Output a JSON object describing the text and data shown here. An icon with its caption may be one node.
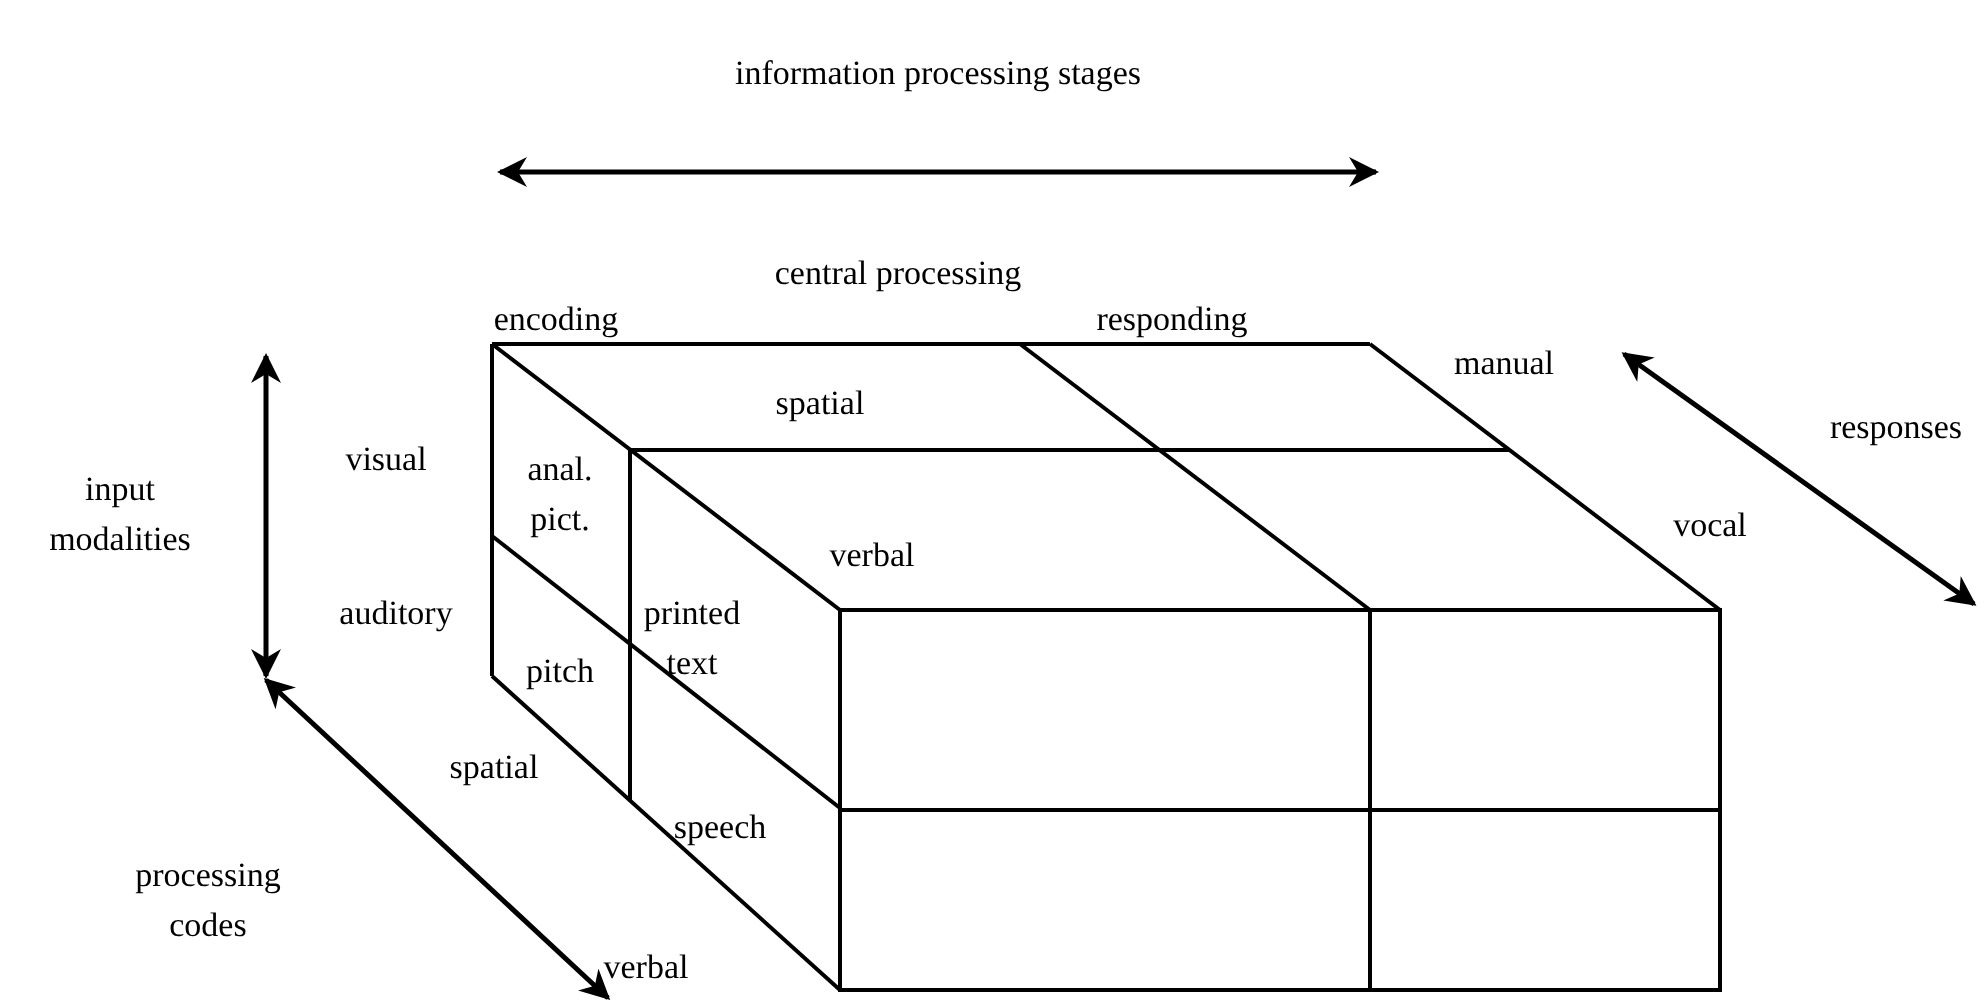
{
  "diagram": {
    "labels": [
      "information processing stages",
      "central processing",
      "encoding",
      "responding",
      "manual",
      "responses",
      "spatial",
      "visual",
      "anal. pict.",
      "input modalities",
      "verbal",
      "vocal",
      "auditory",
      "printed text",
      "pitch",
      "spatial",
      "speech",
      "processing codes",
      "verbal"
    ]
  }
}
